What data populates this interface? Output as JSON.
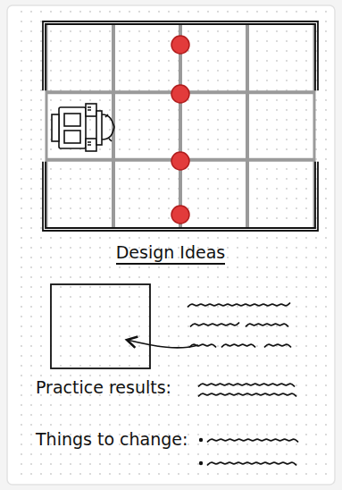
{
  "diagram": {
    "title": "Design Ideas",
    "labels": [
      "Practice results:",
      "Things to change:"
    ]
  }
}
